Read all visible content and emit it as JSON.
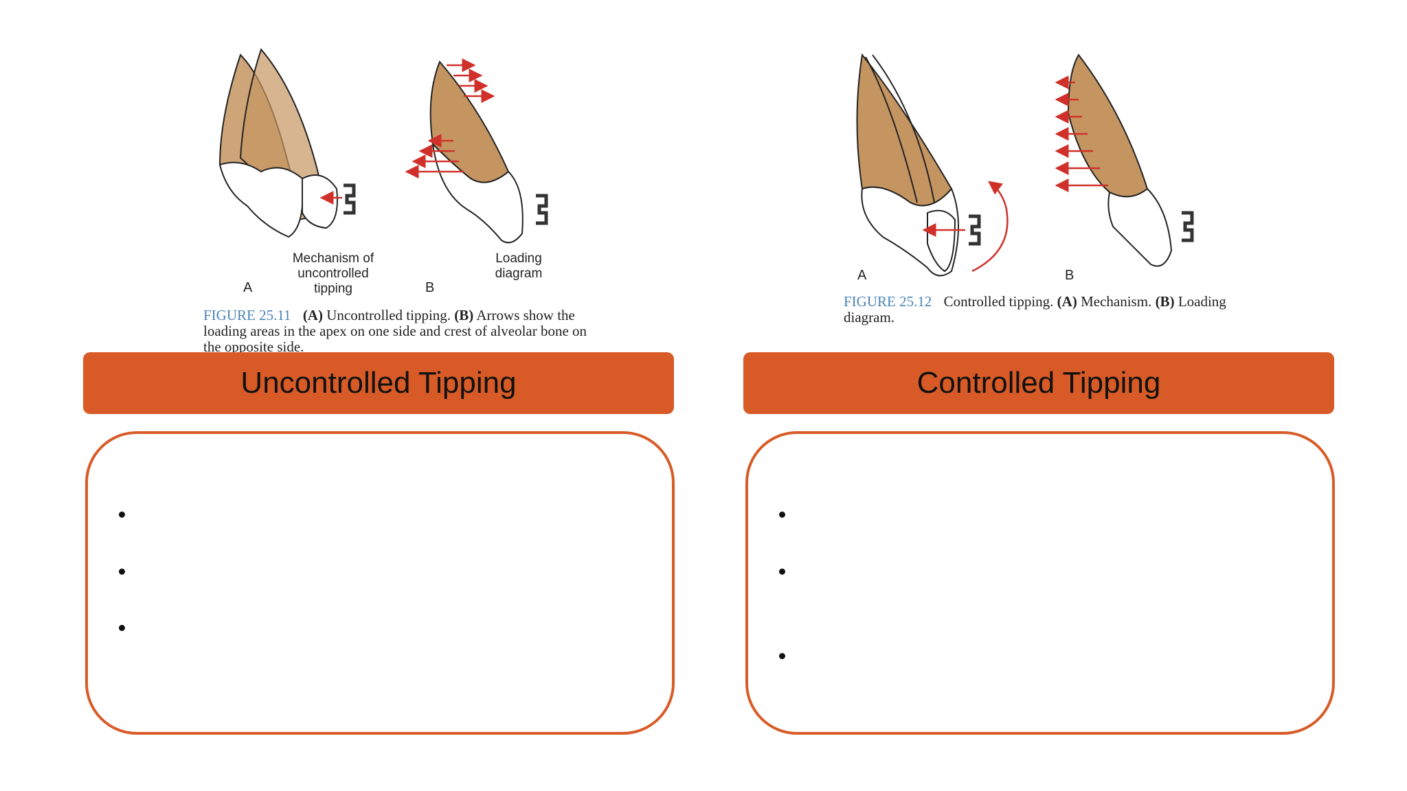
{
  "left": {
    "figure": {
      "label_a": "Mechanism of uncontrolled tipping",
      "label_b": "Loading diagram",
      "letter_a": "A",
      "letter_b": "B",
      "caption_number": "FIGURE 25.11",
      "caption_a": "(A)",
      "caption_a_text": "Uncontrolled tipping.",
      "caption_b": "(B)",
      "caption_b_text": "Arrows show the loading areas in the apex on one side and crest of alveolar bone on the opposite side."
    },
    "header": "Uncontrolled Tipping",
    "bullets": [
      "",
      "",
      ""
    ]
  },
  "right": {
    "figure": {
      "letter_a": "A",
      "letter_b": "B",
      "caption_number": "FIGURE 25.12",
      "caption_text_1": "Controlled tipping.",
      "caption_a": "(A)",
      "caption_a_text": "Mechanism.",
      "caption_b": "(B)",
      "caption_b_text": "Loading diagram."
    },
    "header": "Controlled Tipping",
    "bullets": [
      "",
      "",
      ""
    ]
  },
  "colors": {
    "accent": "#d85b27",
    "root": "#c49561",
    "arrow": "#d0302a",
    "caption_number": "#4a83b8"
  }
}
